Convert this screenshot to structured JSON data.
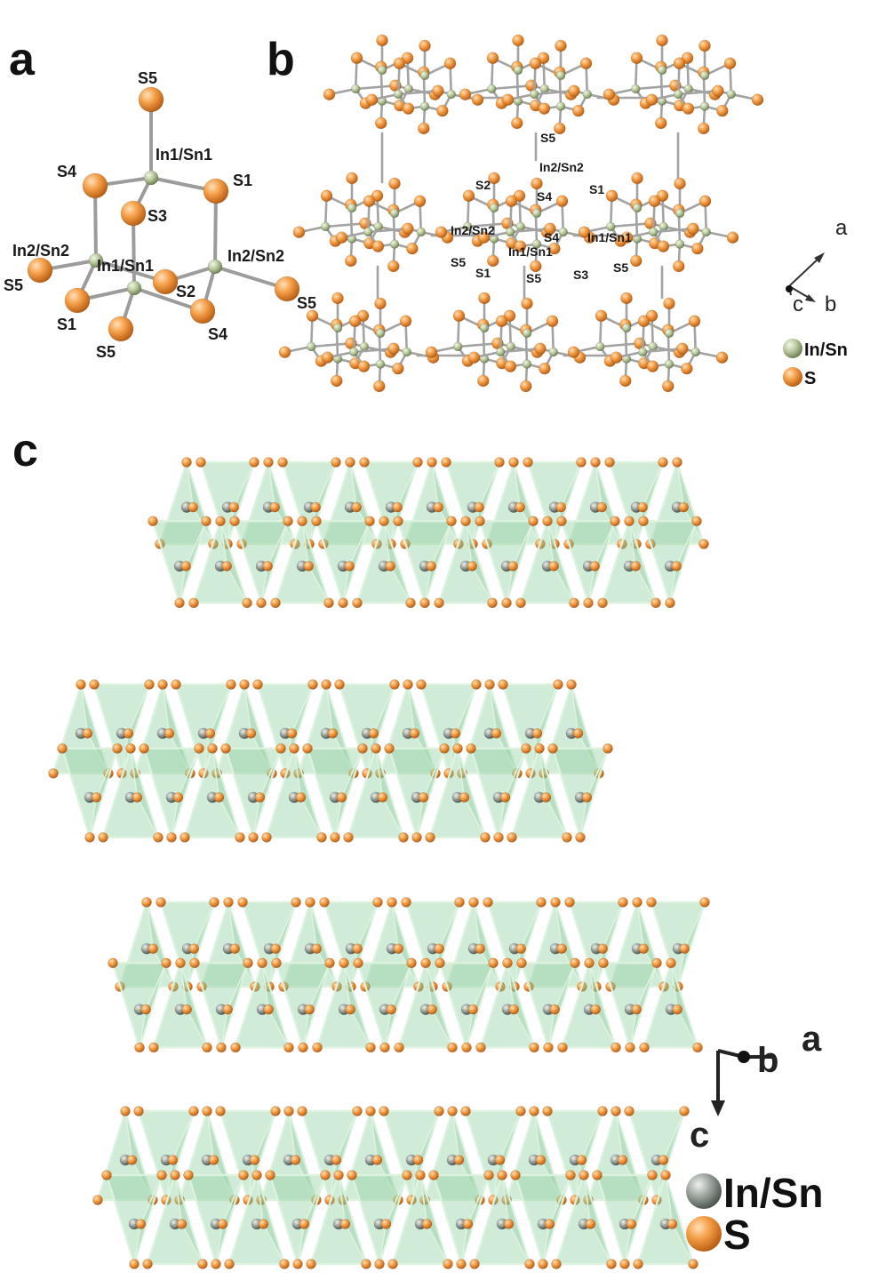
{
  "panels": {
    "a": {
      "letter": "a"
    },
    "b": {
      "letter": "b"
    },
    "c": {
      "letter": "c"
    }
  },
  "panel_a_labels": [
    "S5",
    "In1/Sn1",
    "S4",
    "S1",
    "S3",
    "In2/Sn2",
    "In1/Sn1",
    "In2/Sn2",
    "S5",
    "S2",
    "S5",
    "S1",
    "S4",
    "S5"
  ],
  "panel_b_labels": [
    "S5",
    "In2/Sn2",
    "S2",
    "S4",
    "S1",
    "In2/Sn2",
    "S4",
    "In1/Sn1",
    "In1/Sn1",
    "S5",
    "S1",
    "S5",
    "S3",
    "S5"
  ],
  "axes_b": {
    "a": "a",
    "b": "b",
    "c": "c"
  },
  "axes_c": {
    "a": "a",
    "b": "b",
    "c": "c"
  },
  "legend_b": {
    "metal": "In/Sn",
    "sulfur": "S"
  },
  "legend_c": {
    "metal": "In/Sn",
    "sulfur": "S"
  },
  "colors": {
    "sulfur": "#f0932e",
    "metal_b": "#b8c99a",
    "metal_c": "#8f9a93",
    "polyhedron": "#8fd0a0",
    "bond": "#a0a0a0"
  }
}
